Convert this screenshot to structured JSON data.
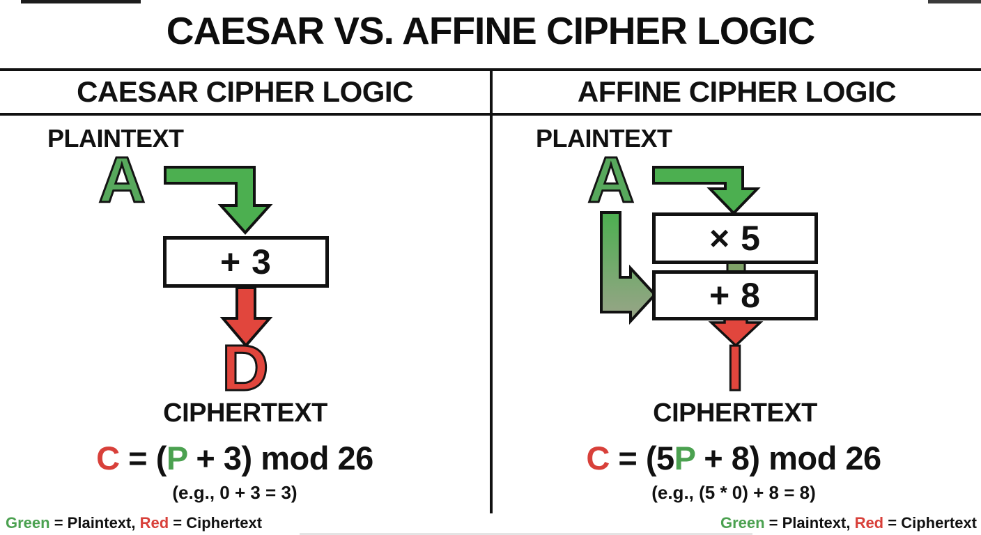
{
  "title": "CAESAR VS. AFFINE CIPHER LOGIC",
  "columns": {
    "caesar": {
      "header": "CAESAR CIPHER LOGIC",
      "plaintext_label": "PLAINTEXT",
      "plaintext_letter": "A",
      "operation1": "+ 3",
      "ciphertext_letter": "D",
      "ciphertext_label": "CIPHERTEXT",
      "formula_parts": [
        {
          "text": "C"
        },
        {
          "text": " = ("
        },
        {
          "text": "P"
        },
        {
          "text": " + 3) mod 26"
        }
      ],
      "example": "(e.g., 0 + 3 = 3)"
    },
    "affine": {
      "header": "AFFINE CIPHER LOGIC",
      "plaintext_label": "PLAINTEXT",
      "plaintext_letter": "A",
      "operation1": "× 5",
      "operation2": "+ 8",
      "ciphertext_letter": "I",
      "ciphertext_label": "CIPHERTEXT",
      "formula_parts": [
        {
          "text": "C"
        },
        {
          "text": " = (5"
        },
        {
          "text": "P"
        },
        {
          "text": " + 8) mod 26"
        }
      ],
      "example": "(e.g., (5 * 0) + 8 = 8)"
    }
  },
  "legend": {
    "parts": [
      {
        "text": "Green"
      },
      {
        "text": " = Plaintext, "
      },
      {
        "text": "Red"
      },
      {
        "text": " = Ciphertext"
      }
    ]
  },
  "colors": {
    "plaintext_green": "#4caf50",
    "ciphertext_red": "#e1463d",
    "gradient_gray_green": "#9aa489",
    "connector_olive": "#7fa268",
    "outline_black": "#111111"
  }
}
